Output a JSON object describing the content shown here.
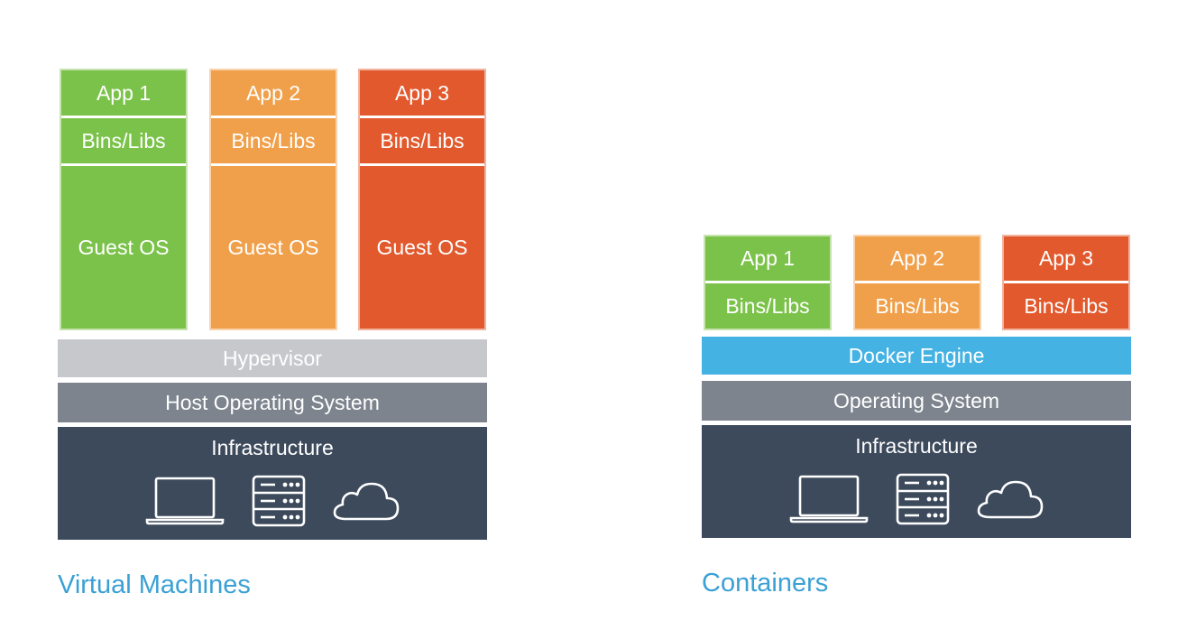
{
  "colors": {
    "green": "#7bc24a",
    "orange": "#f0a04a",
    "red": "#e2592d",
    "hypervisor": "#c6c8cb",
    "host_os": "#7d848e",
    "docker": "#44b2e3",
    "infra": "#3d4a5c",
    "caption": "#3aa0d5"
  },
  "vm": {
    "apps": [
      {
        "app": "App 1",
        "libs": "Bins/Libs",
        "os": "Guest OS"
      },
      {
        "app": "App 2",
        "libs": "Bins/Libs",
        "os": "Guest OS"
      },
      {
        "app": "App 3",
        "libs": "Bins/Libs",
        "os": "Guest OS"
      }
    ],
    "hypervisor": "Hypervisor",
    "host_os": "Host Operating System",
    "infrastructure": "Infrastructure",
    "caption": "Virtual Machines"
  },
  "containers": {
    "apps": [
      {
        "app": "App 1",
        "libs": "Bins/Libs"
      },
      {
        "app": "App 2",
        "libs": "Bins/Libs"
      },
      {
        "app": "App 3",
        "libs": "Bins/Libs"
      }
    ],
    "engine": "Docker Engine",
    "os": "Operating System",
    "infrastructure": "Infrastructure",
    "caption": "Containers"
  },
  "icons": [
    "laptop-icon",
    "server-icon",
    "cloud-icon"
  ]
}
